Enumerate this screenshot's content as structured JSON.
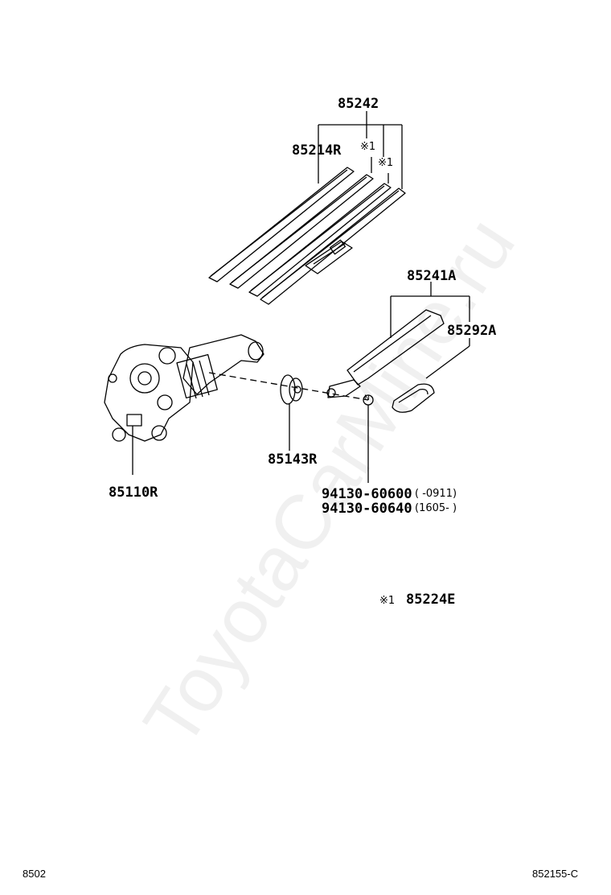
{
  "watermark": "ToyotaCarMine.ru",
  "labels": {
    "p85242": "85242",
    "p85214r": "85214R",
    "note1a": "※1",
    "note1b": "※1",
    "p85241a": "85241A",
    "p85292a": "85292A",
    "p85143r": "85143R",
    "p85110r": "85110R",
    "p94130_60600": "94130-60600",
    "range1": "(    -0911)",
    "p94130_60640": "94130-60640",
    "range2": "(1605-     )",
    "legend_mark": "※1",
    "p85224e": "85224E",
    "nut_mark": "N"
  },
  "footer": {
    "left": "8502",
    "right": "852155-C"
  }
}
